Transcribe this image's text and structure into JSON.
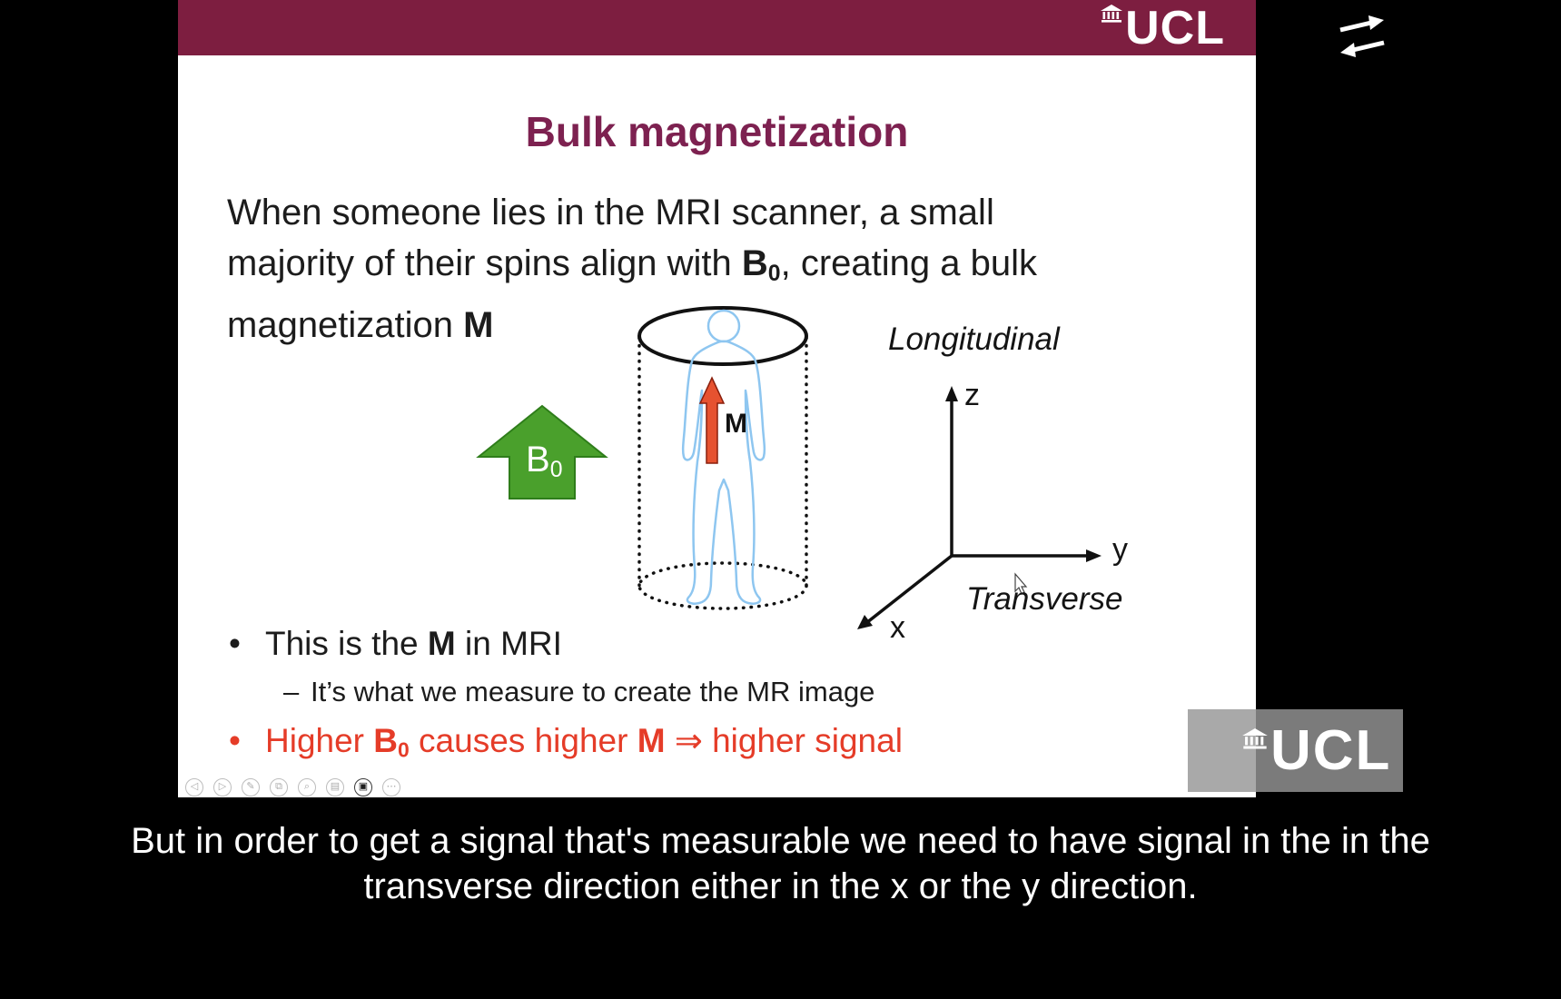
{
  "header": {
    "logo_text": "UCL"
  },
  "slide": {
    "title": "Bulk magnetization",
    "intro": {
      "line1": "When someone lies in the MRI scanner, a small",
      "line2_pre": "majority of their spins align with ",
      "b0_base": "B",
      "b0_sub": "0",
      "line2_post": ", creating a bulk",
      "line3_pre": "magnetization ",
      "m": "M"
    },
    "diagram": {
      "b0_base": "B",
      "b0_sub": "0",
      "m_label": "M",
      "longitudinal": "Longitudinal",
      "transverse": "Transverse",
      "z": "z",
      "y": "y",
      "x": "x"
    },
    "bullets": {
      "glyph": "•",
      "dash": "–",
      "b1_pre": "This is the ",
      "b1_bold": "M",
      "b1_post": " in MRI",
      "b1_sub": "It’s what we measure to create the MR image",
      "b2_pre": "Higher ",
      "b2_b0_base": "B",
      "b2_b0_sub": "0",
      "b2_mid": " causes higher ",
      "b2_m": "M",
      "b2_post": " ⇒ higher signal"
    },
    "toolbar": {
      "glyphs": [
        "◁",
        "▷",
        "✎",
        "⧉",
        "⌕",
        "▤",
        "▣",
        "⋯"
      ]
    }
  },
  "watermark": {
    "logo_text": "UCL"
  },
  "subtitles": {
    "line1": "But in order to get a signal that's measurable we need to have signal in the in the",
    "line2": "transverse direction either in the x or the y direction."
  },
  "colors": {
    "header_maroon": "#7d1e40",
    "title_maroon": "#7d2150",
    "arrow_green": "#4aa02c",
    "m_arrow_red": "#e65230",
    "red_text": "#e53c28",
    "body_blue": "#8ec6f0"
  }
}
